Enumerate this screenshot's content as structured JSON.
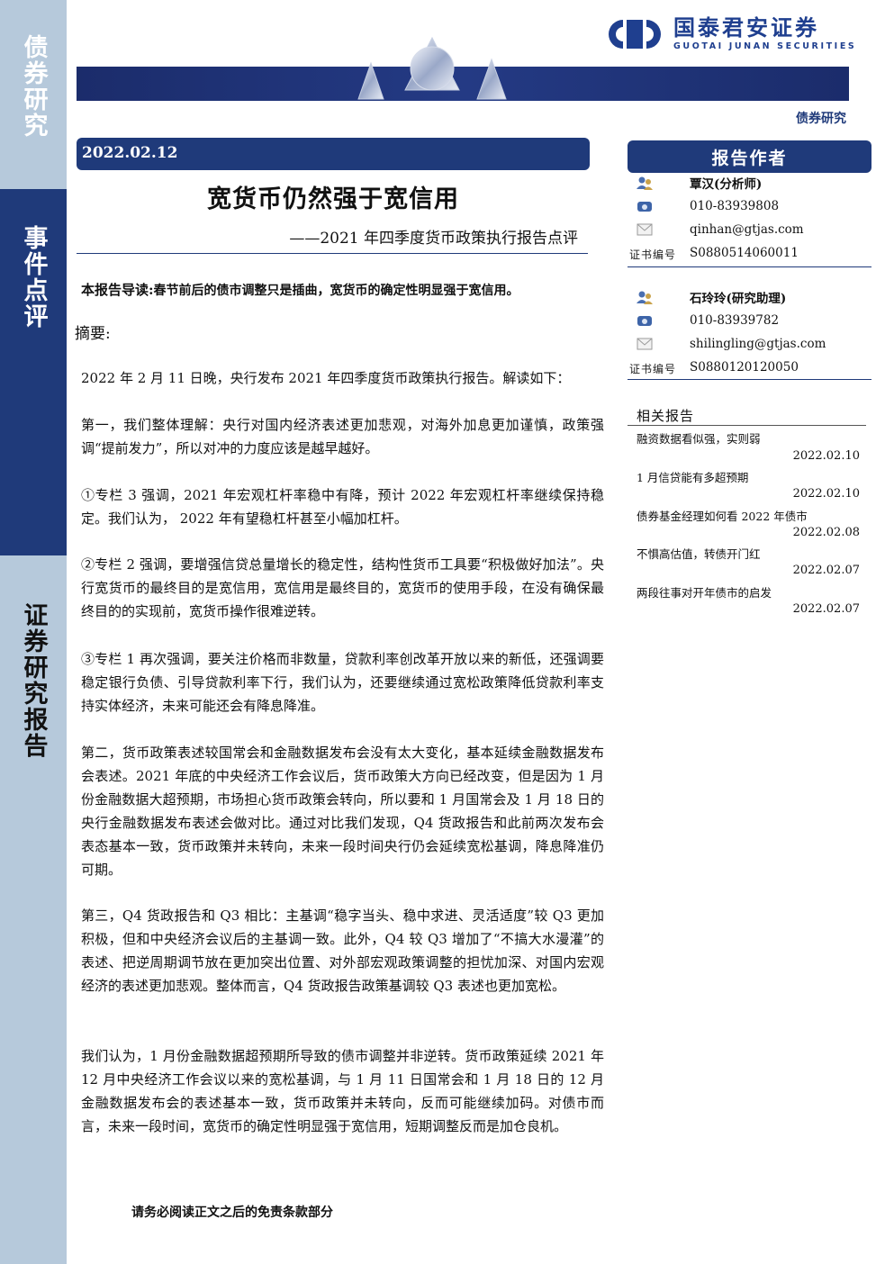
{
  "sidebar": {
    "top_label": "债券研究",
    "middle_label": "事件点评",
    "bottom_label": "证券研究报告"
  },
  "header": {
    "logo_cn": "国泰君安证券",
    "logo_en": "GUOTAI JUNAN SECURITIES",
    "section_tag": "债券研究"
  },
  "report": {
    "date": "2022.02.12",
    "title": "宽货币仍然强于宽信用",
    "subtitle": "——2021 年四季度货币政策执行报告点评",
    "guide_label": "本报告导读:",
    "guide_text": "春节前后的债市调整只是插曲，宽货币的确定性明显强于宽信用。",
    "summary_label": "摘要:",
    "paragraphs": [
      "2022 年 2 月 11 日晚，央行发布 2021 年四季度货币政策执行报告。解读如下：",
      "第一，我们整体理解：央行对国内经济表述更加悲观，对海外加息更加谨慎，政策强调“提前发力”，所以对冲的力度应该是越早越好。",
      "①专栏 3 强调，2021 年宏观杠杆率稳中有降，预计 2022 年宏观杠杆率继续保持稳定。我们认为， 2022 年有望稳杠杆甚至小幅加杠杆。",
      "②专栏 2 强调，要增强信贷总量增长的稳定性，结构性货币工具要“积极做好加法”。央行宽货币的最终目的是宽信用，宽信用是最终目的，宽货币的使用手段，在没有确保最终目的的实现前，宽货币操作很难逆转。",
      "③专栏 1 再次强调，要关注价格而非数量，贷款利率创改革开放以来的新低，还强调要稳定银行负债、引导贷款利率下行，我们认为，还要继续通过宽松政策降低贷款利率支持实体经济，未来可能还会有降息降准。",
      "第二，货币政策表述较国常会和金融数据发布会没有太大变化，基本延续金融数据发布会表述。2021 年底的中央经济工作会议后，货币政策大方向已经改变，但是因为 1 月份金融数据大超预期，市场担心货币政策会转向，所以要和 1 月国常会及 1 月 18 日的央行金融数据发布表述会做对比。通过对比我们发现，Q4 货政报告和此前两次发布会表态基本一致，货币政策并未转向，未来一段时间央行仍会延续宽松基调，降息降准仍可期。",
      "第三，Q4 货政报告和 Q3 相比：主基调“稳字当头、稳中求进、灵活适度”较 Q3 更加积极，但和中央经济会议后的主基调一致。此外，Q4 较 Q3 增加了“不搞大水漫灌”的表述、把逆周期调节放在更加突出位置、对外部宏观政策调整的担忧加深、对国内宏观经济的表述更加悲观。整体而言，Q4 货政报告政策基调较 Q3 表述也更加宽松。",
      "我们认为，1 月份金融数据超预期所导致的债市调整并非逆转。货币政策延续 2021 年 12 月中央经济工作会议以来的宽松基调，与 1 月 11 日国常会和 1 月 18 日的 12 月金融数据发布会的表述基本一致，货币政策并未转向，反而可能继续加码。对债市而言，未来一段时间，宽货币的确定性明显强于宽信用，短期调整反而是加仓良机。"
    ],
    "footer_note": "请务必阅读正文之后的免责条款部分"
  },
  "authors": {
    "heading": "报告作者",
    "cert_label": "证书编号",
    "list": [
      {
        "name": "覃汉(分析师)",
        "phone": "010-83939808",
        "email": "qinhan@gtjas.com",
        "cert": "S0880514060011"
      },
      {
        "name": "石玲玲(研究助理)",
        "phone": "010-83939782",
        "email": "shilingling@gtjas.com",
        "cert": "S0880120120050"
      }
    ]
  },
  "related": {
    "heading": "相关报告",
    "items": [
      {
        "title": "融资数据看似强，实则弱",
        "date": "2022.02.10"
      },
      {
        "title": "1 月信贷能有多超预期",
        "date": "2022.02.10"
      },
      {
        "title": "债券基金经理如何看 2022 年债市",
        "date": "2022.02.08"
      },
      {
        "title": "不惧高估值，转债开门红",
        "date": "2022.02.07"
      },
      {
        "title": "两段往事对开年债市的启发",
        "date": "2022.02.07"
      }
    ]
  },
  "colors": {
    "navy": "#1f3a7a",
    "light_blue": "#b6c9db",
    "logo_blue": "#1f3f8f"
  }
}
